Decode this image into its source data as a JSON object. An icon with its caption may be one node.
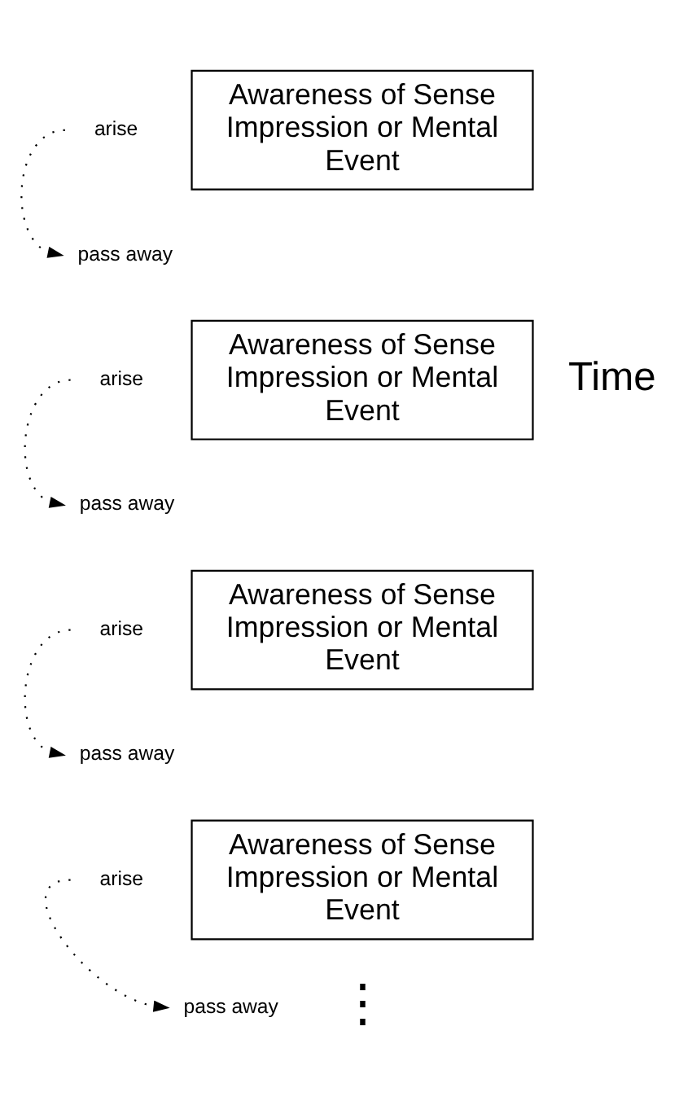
{
  "diagram": {
    "nodes": [
      {
        "text": [
          "arise"
        ]
      },
      {
        "text": [
          "Awareness of Sense Impression or Mental Event"
        ]
      },
      {
        "text": [
          "pass away"
        ]
      },
      {
        "text": [
          "arise"
        ]
      },
      {
        "text": [
          "Awareness of Sense Impression or Mental Event"
        ]
      },
      {
        "text": [
          "pass away"
        ]
      },
      {
        "text": [
          "arise"
        ]
      },
      {
        "text": [
          "Awareness of Sense Impression or Mental Event"
        ]
      },
      {
        "text": [
          "pass away"
        ]
      },
      {
        "text": [
          "arise"
        ]
      },
      {
        "text": [
          "Awareness of Sense Impression or Mental Event"
        ]
      },
      {
        "text": [
          "pass away"
        ]
      }
    ],
    "edges": [
      {
        "from": 0,
        "to": 2,
        "arrow": "to",
        "style": "dashed"
      },
      {
        "from": 3,
        "to": 5,
        "arrow": "to",
        "style": "dashed"
      },
      {
        "from": 6,
        "to": 8,
        "arrow": "to",
        "style": "dashed"
      },
      {
        "from": 9,
        "to": 11,
        "arrow": "to",
        "style": "dashed"
      }
    ],
    "labels": [
      "Time",
      "⋮"
    ]
  }
}
